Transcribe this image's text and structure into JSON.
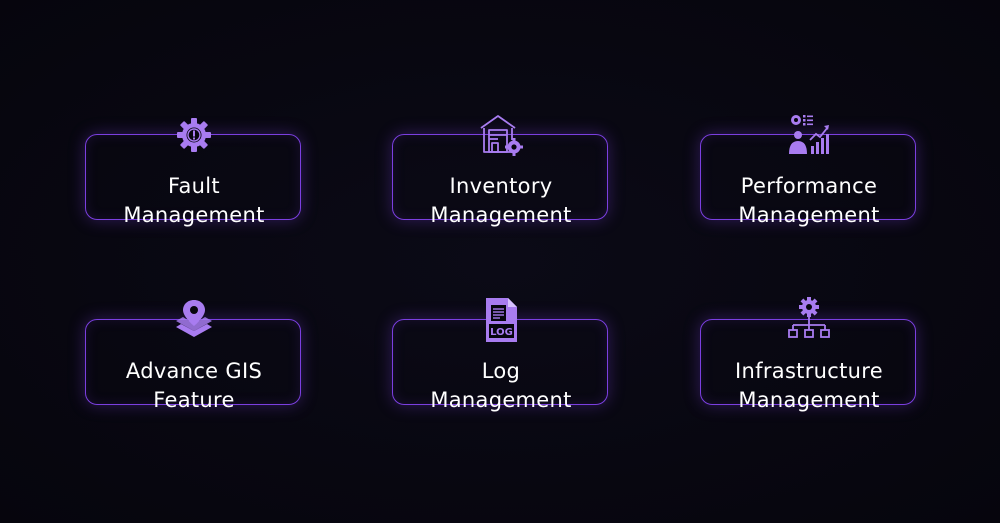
{
  "colors": {
    "background": "#07060f",
    "accent": "#7b3fe0",
    "icon": "#a87cf0",
    "text": "#ffffff"
  },
  "cards": [
    {
      "label": "Fault\nManagement",
      "icon": "gear-alert-icon"
    },
    {
      "label": "Inventory\nManagement",
      "icon": "warehouse-gear-icon"
    },
    {
      "label": "Performance\nManagement",
      "icon": "performance-chart-icon"
    },
    {
      "label": "Advance GIS\nFeature",
      "icon": "map-layers-pin-icon"
    },
    {
      "label": "Log\nManagement",
      "icon": "log-file-icon",
      "icon_text": "LOG"
    },
    {
      "label": "Infrastructure\nManagement",
      "icon": "gear-hierarchy-icon"
    }
  ]
}
